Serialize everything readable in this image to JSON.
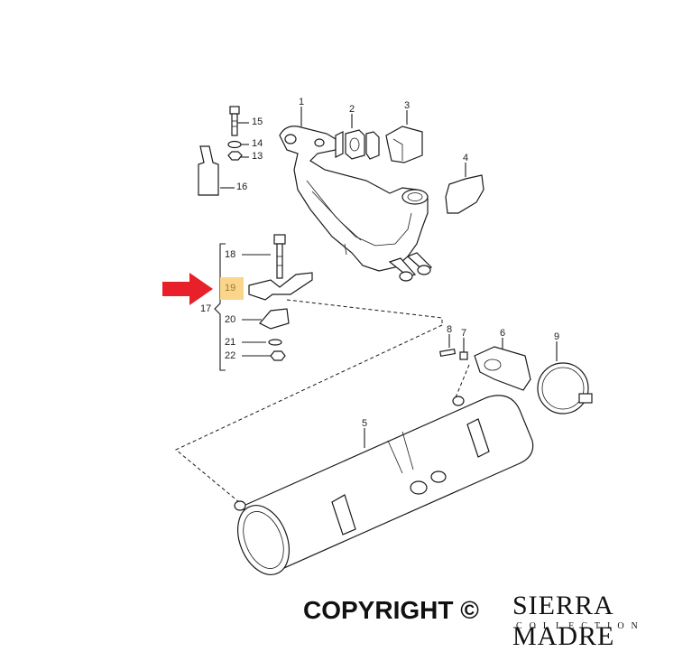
{
  "diagram": {
    "part_numbers": {
      "p1": "1",
      "p2": "2",
      "p3": "3",
      "p4": "4",
      "p5": "5",
      "p6": "6",
      "p7": "7",
      "p8": "8",
      "p9": "9",
      "p13": "13",
      "p14": "14",
      "p15": "15",
      "p16": "16",
      "p17": "17",
      "p18": "18",
      "p19": "19",
      "p20": "20",
      "p21": "21",
      "p22": "22"
    },
    "highlighted_part": "19",
    "colors": {
      "highlight": "#fbd58a",
      "arrow": "#e8202a",
      "line": "#1a1a1a"
    }
  },
  "footer": {
    "copyright": "COPYRIGHT ©",
    "brand": "SIERRA MADRE",
    "brand_sub": "COLLECTION"
  }
}
